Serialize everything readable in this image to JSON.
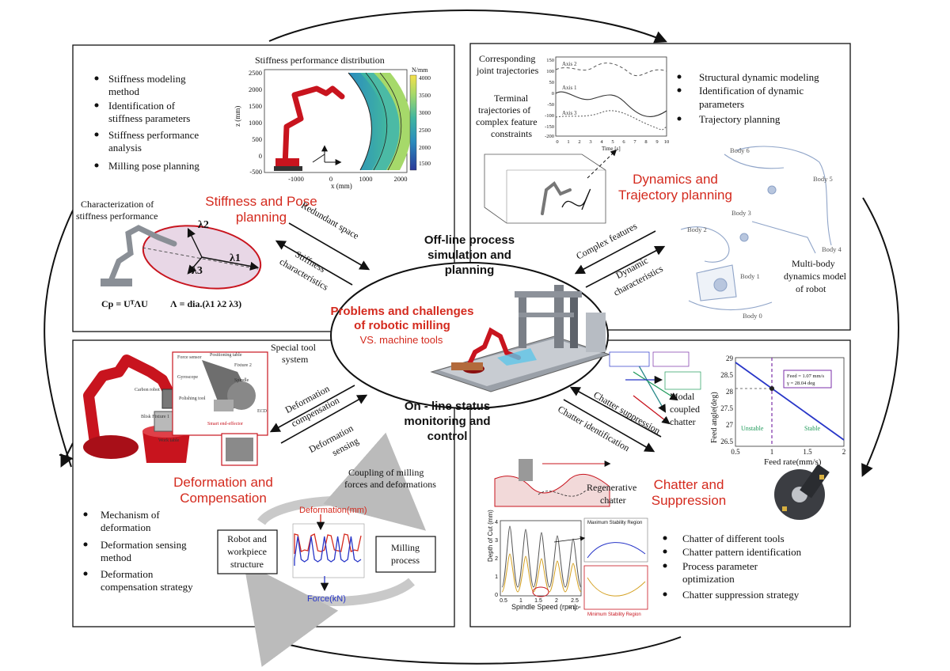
{
  "center": {
    "title_line1": "Problems and challenges",
    "title_line2": "of robotic milling",
    "subtitle": "VS. machine tools",
    "offline_line1": "Off-line process",
    "offline_line2": "simulation and",
    "offline_line3": "planning",
    "online_line1": "On - line status",
    "online_line2": "monitoring and",
    "online_line3": "control"
  },
  "arrows": {
    "redundant_space": "Redundant space",
    "stiffness_characteristics_1": "Stiffness",
    "stiffness_characteristics_2": "characteristics",
    "complex_features": "Complex features",
    "dynamic_characteristics_1": "Dynamic",
    "dynamic_characteristics_2": "characteristics",
    "deformation_compensation_1": "Deformation",
    "deformation_compensation_2": "compensation",
    "deformation_sensing_1": "Deformation",
    "deformation_sensing_2": "sensing",
    "chatter_suppression": "Chatter suppression",
    "chatter_identification": "Chatter identification"
  },
  "stiffness": {
    "title_line1": "Stiffness and Pose",
    "title_line2": "planning",
    "bullets": [
      [
        "Stiffness modeling",
        "method"
      ],
      [
        "Identification of",
        "stiffness parameters"
      ],
      [
        "Stiffness performance",
        "analysis"
      ],
      [
        "Milling pose planning"
      ]
    ],
    "plot_title": "Stiffness performance distribution",
    "plot_unit": "N/mm",
    "plot_yaxis": "z (mm)",
    "plot_xaxis": "x (mm)",
    "y_ticks": [
      "2500",
      "2000",
      "1500",
      "1000",
      "500",
      "0",
      "-500"
    ],
    "x_ticks": [
      "-1000",
      "0",
      "1000",
      "2000"
    ],
    "colorbar_ticks": [
      "4000",
      "3500",
      "3000",
      "2500",
      "2000",
      "1500"
    ],
    "char_label_1": "Characterization of",
    "char_label_2": "stiffness performance",
    "lambda2": "λ2",
    "lambda1": "λ1",
    "lambda3": "λ3",
    "formula_cp": "Cp = UᵀΛU",
    "formula_lambda": "Λ = dia.(λ1  λ2  λ3)"
  },
  "dynamics": {
    "title_line1": "Dynamics and",
    "title_line2": "Trajectory planning",
    "bullets": [
      [
        "Structural dynamic modeling"
      ],
      [
        "Identification of dynamic",
        "parameters"
      ],
      [
        "Trajectory planning"
      ]
    ],
    "joint_label_1": "Corresponding",
    "joint_label_2": "joint trajectories",
    "axis_labels": [
      "Axis 2",
      "Axis 1",
      "Axis 3"
    ],
    "plot_y_ticks": [
      "150",
      "100",
      "50",
      "0",
      "-50",
      "-100",
      "-150",
      "-200"
    ],
    "plot_x_ticks": [
      "0",
      "1",
      "2",
      "3",
      "4",
      "5",
      "6",
      "7",
      "8",
      "9",
      "10"
    ],
    "plot_xlabel": "Time [s]",
    "terminal_1": "Terminal",
    "terminal_2": "trajectories of",
    "terminal_3": "complex feature",
    "terminal_4": "constraints",
    "body_labels": [
      "Body 6",
      "Body 5",
      "Body 3",
      "Body 2",
      "Body 4",
      "Body 1",
      "Body 0"
    ],
    "multibody_1": "Multi-body",
    "multibody_2": "dynamics model",
    "multibody_3": "of robot"
  },
  "deformation": {
    "title_line1": "Deformation and",
    "title_line2": "Compensation",
    "bullets": [
      [
        "Mechanism of",
        "deformation"
      ],
      [
        "Deformation sensing",
        "method"
      ],
      [
        "Deformation",
        "compensation strategy"
      ]
    ],
    "special_tool_1": "Special tool",
    "special_tool_2": "system",
    "component_labels": [
      "Force sensor",
      "Positioning table",
      "Fixture 2",
      "Spindle",
      "Gyroscope",
      "Polishing tool",
      "ECD",
      "Carbon robot",
      "Blisk Fixture 1",
      "Work table"
    ],
    "smart_end": "Smart end-effector",
    "coupling_1": "Coupling of milling",
    "coupling_2": "forces and deformations",
    "robot_box_1": "Robot and",
    "robot_box_2": "workpiece",
    "robot_box_3": "structure",
    "milling_box_1": "Milling",
    "milling_box_2": "process",
    "deformation_label": "Deformation(mm)",
    "force_label": "Force(kN)"
  },
  "chatter": {
    "title_line1": "Chatter and",
    "title_line2": "Suppression",
    "bullets": [
      [
        "Chatter of different tools"
      ],
      [
        "Chatter pattern identification"
      ],
      [
        "Process parameter",
        "optimization"
      ],
      [
        "Chatter suppression strategy"
      ]
    ],
    "modal_1": "Modal",
    "modal_2": "coupled",
    "modal_3": "chatter",
    "regen_1": "Regenerative",
    "regen_2": "chatter",
    "feed_ylabel": "Feed angle(deg)",
    "feed_xlabel": "Feed rate(mm/s)",
    "feed_y_ticks": [
      "29",
      "28.5",
      "28",
      "27.5",
      "27",
      "26.5"
    ],
    "feed_x_ticks": [
      "0.5",
      "1",
      "1.5",
      "2"
    ],
    "unstable": "Unstable",
    "stable": "Stable",
    "feed_note_1": "Feed = 1.07 mm/s",
    "feed_note_2": "γ = 28.04 deg",
    "sld_ylabel": "Depth of Cut (mm)",
    "sld_xlabel": "Spindle Speed (rpm)",
    "sld_x_ticks": [
      "0.5",
      "1",
      "1.5",
      "2",
      "2.5"
    ],
    "sld_y_ticks": [
      "4",
      "3",
      "2",
      "1",
      "0"
    ],
    "sld_exp": "× 10⁴",
    "max_region": "Maximum Stability Region",
    "min_region": "Minimum Stability Region"
  },
  "colors": {
    "red_title": "#d42a1e",
    "robot_red": "#c8141e",
    "blue_line": "#2836c8",
    "purple": "#7b2fa8",
    "ellipse_fill": "#e8d7e6"
  }
}
